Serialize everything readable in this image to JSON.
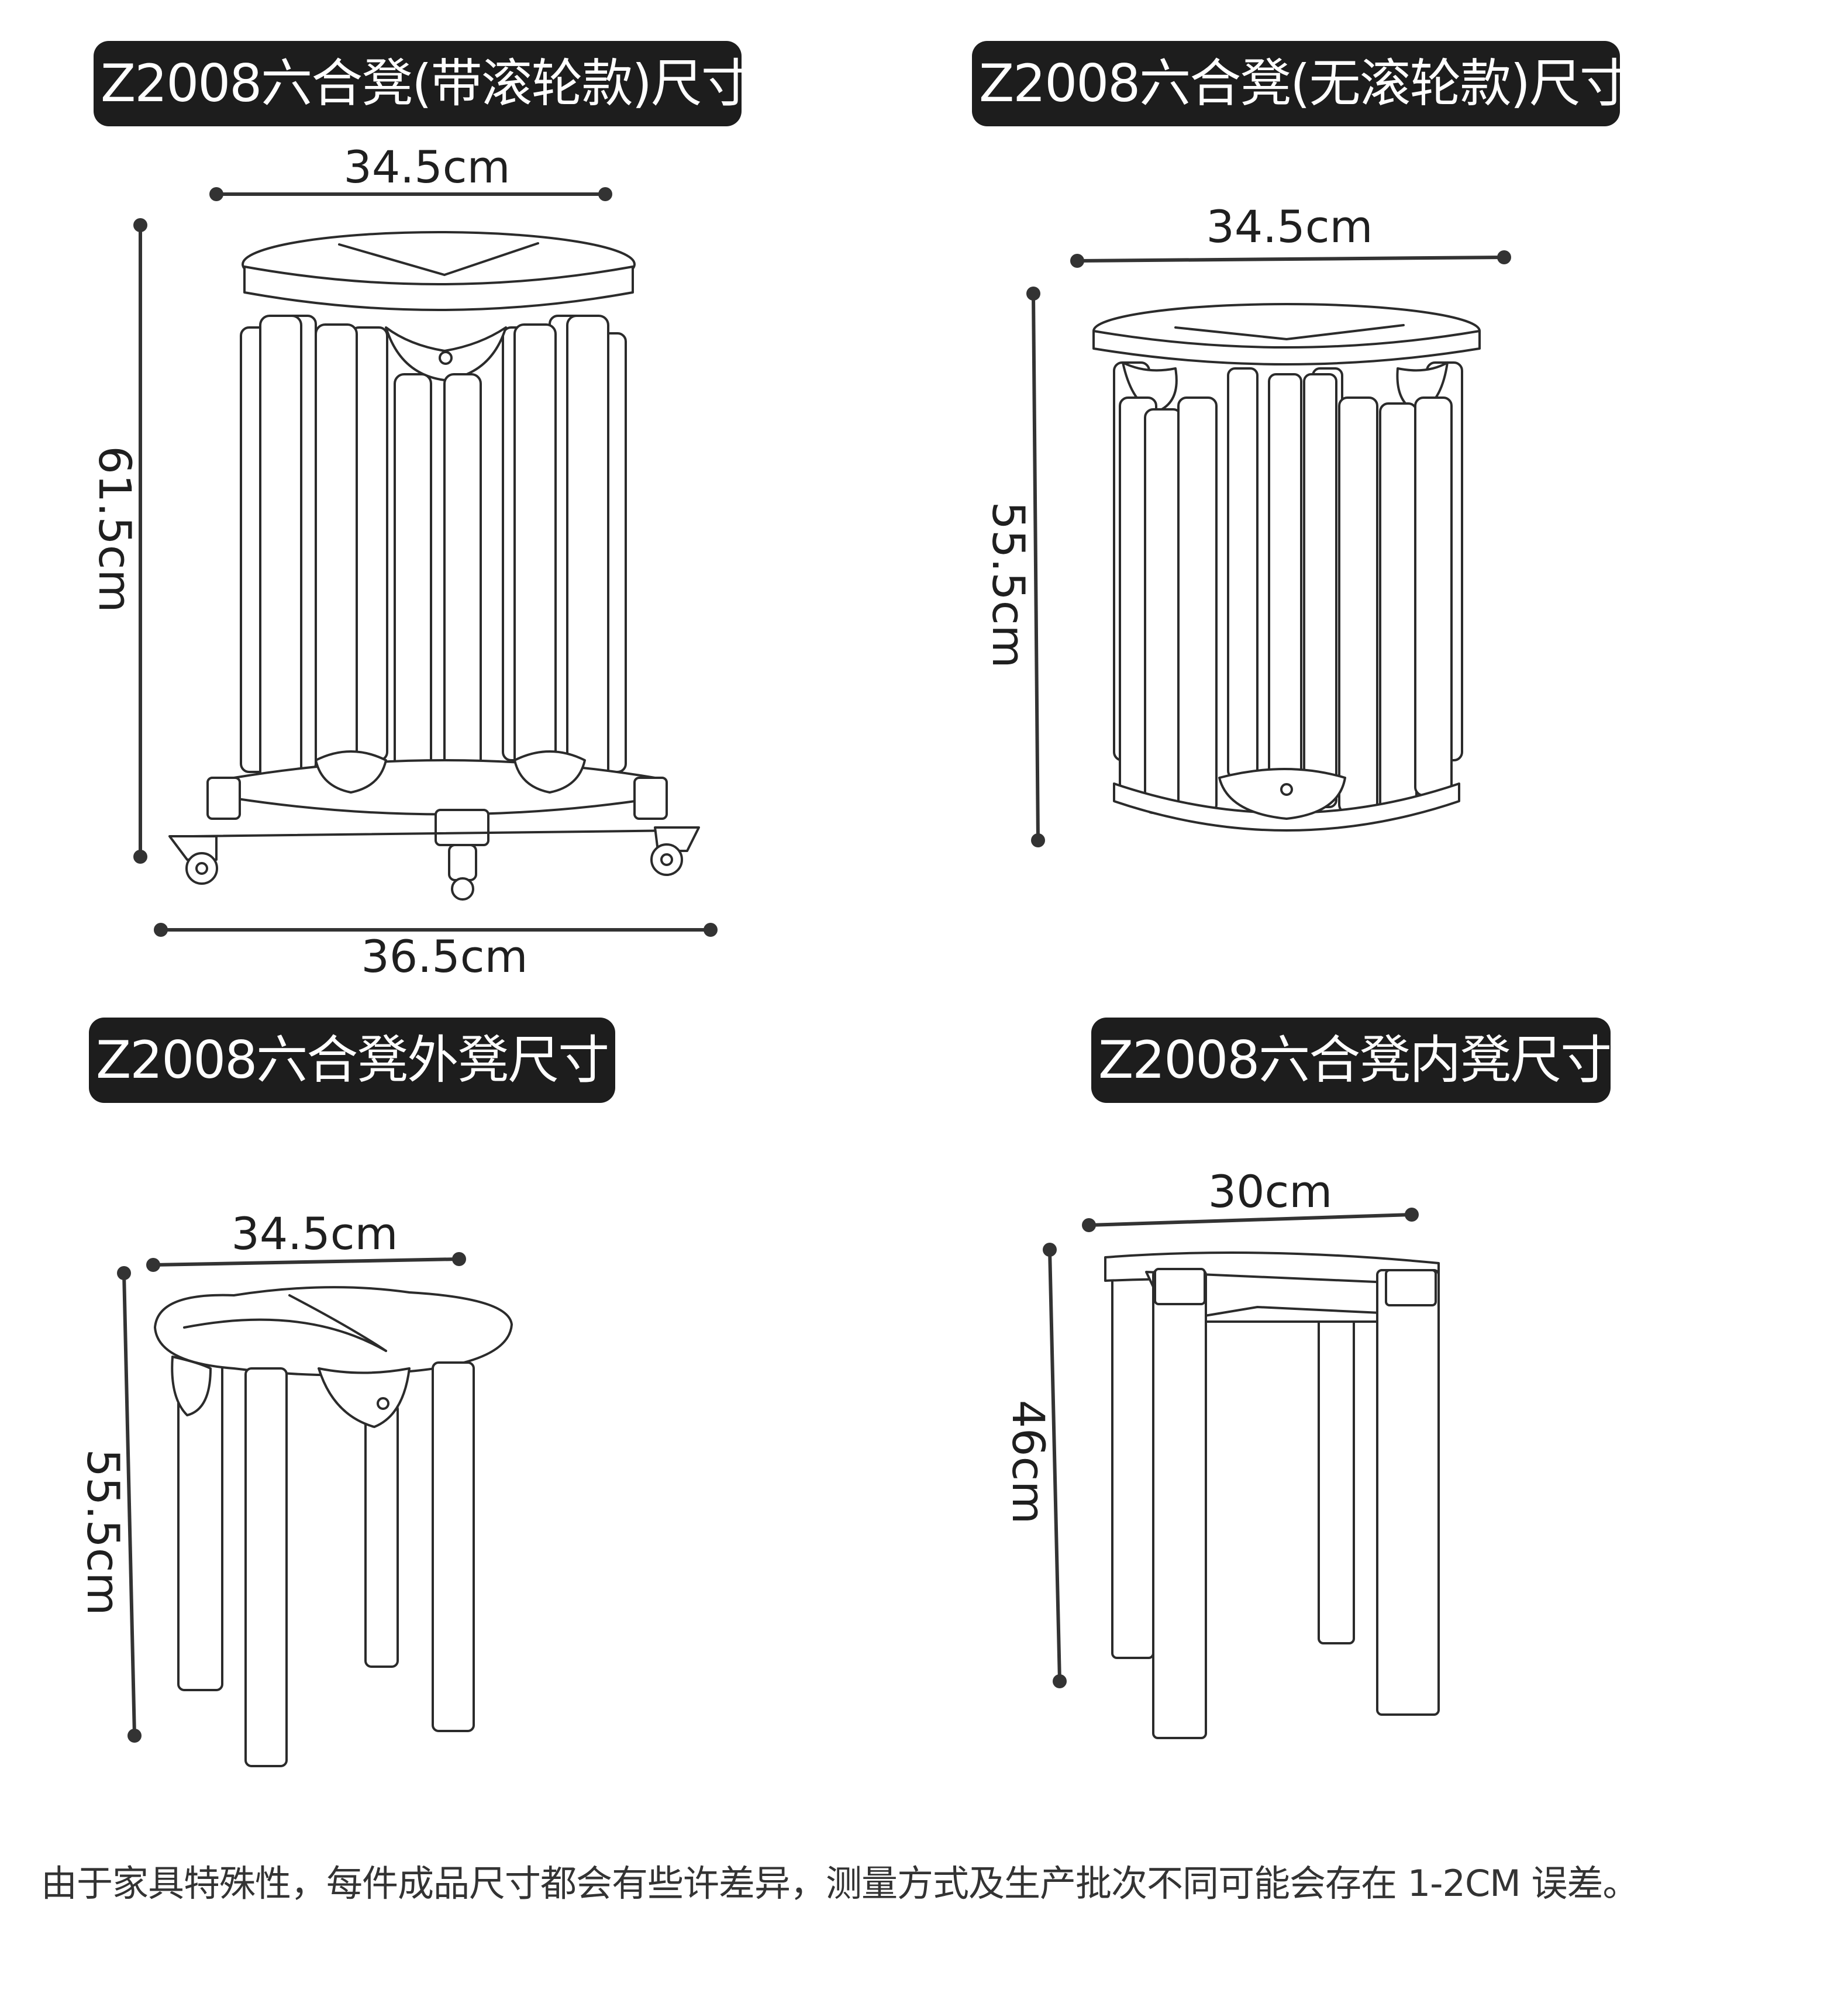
{
  "sections": [
    {
      "title": "Z2008六合凳(带滚轮款)尺寸",
      "width_label": "34.5cm",
      "height_label": "61.5cm",
      "base_label": "36.5cm"
    },
    {
      "title": "Z2008六合凳(无滚轮款)尺寸",
      "width_label": "34.5cm",
      "height_label": "55.5cm"
    },
    {
      "title": "Z2008六合凳外凳尺寸",
      "width_label": "34.5cm",
      "height_label": "55.5cm"
    },
    {
      "title": "Z2008六合凳内凳尺寸",
      "width_label": "30cm",
      "height_label": "46cm"
    }
  ],
  "footnote": "由于家具特殊性，每件成品尺寸都会有些许差异，测量方式及生产批次不同可能会存在 1-2CM 误差。"
}
